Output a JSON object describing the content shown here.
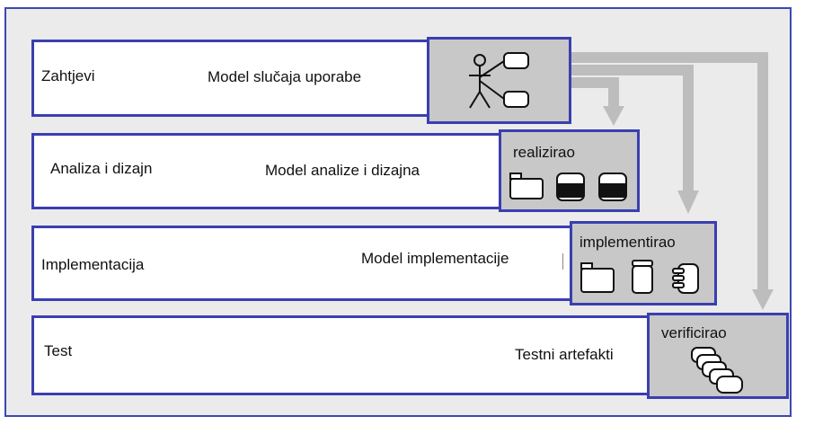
{
  "lanes": [
    {
      "workflow": "Zahtjevi",
      "model": "Model slučaja uporabe"
    },
    {
      "workflow": "Analiza i dizajn",
      "model": "Model analize i dizajna"
    },
    {
      "workflow": "Implementacija",
      "model": "Model implementacije"
    },
    {
      "workflow": "Test",
      "model": "Testni artefakti"
    }
  ],
  "relations": {
    "realized": "realizirao",
    "implemented": "implementirao",
    "verified": "verificirao"
  },
  "colors": {
    "border": "#3a3fb0",
    "box_fill": "#c8c8c8",
    "arrow": "#bdbdbd",
    "background": "#ebebeb"
  }
}
